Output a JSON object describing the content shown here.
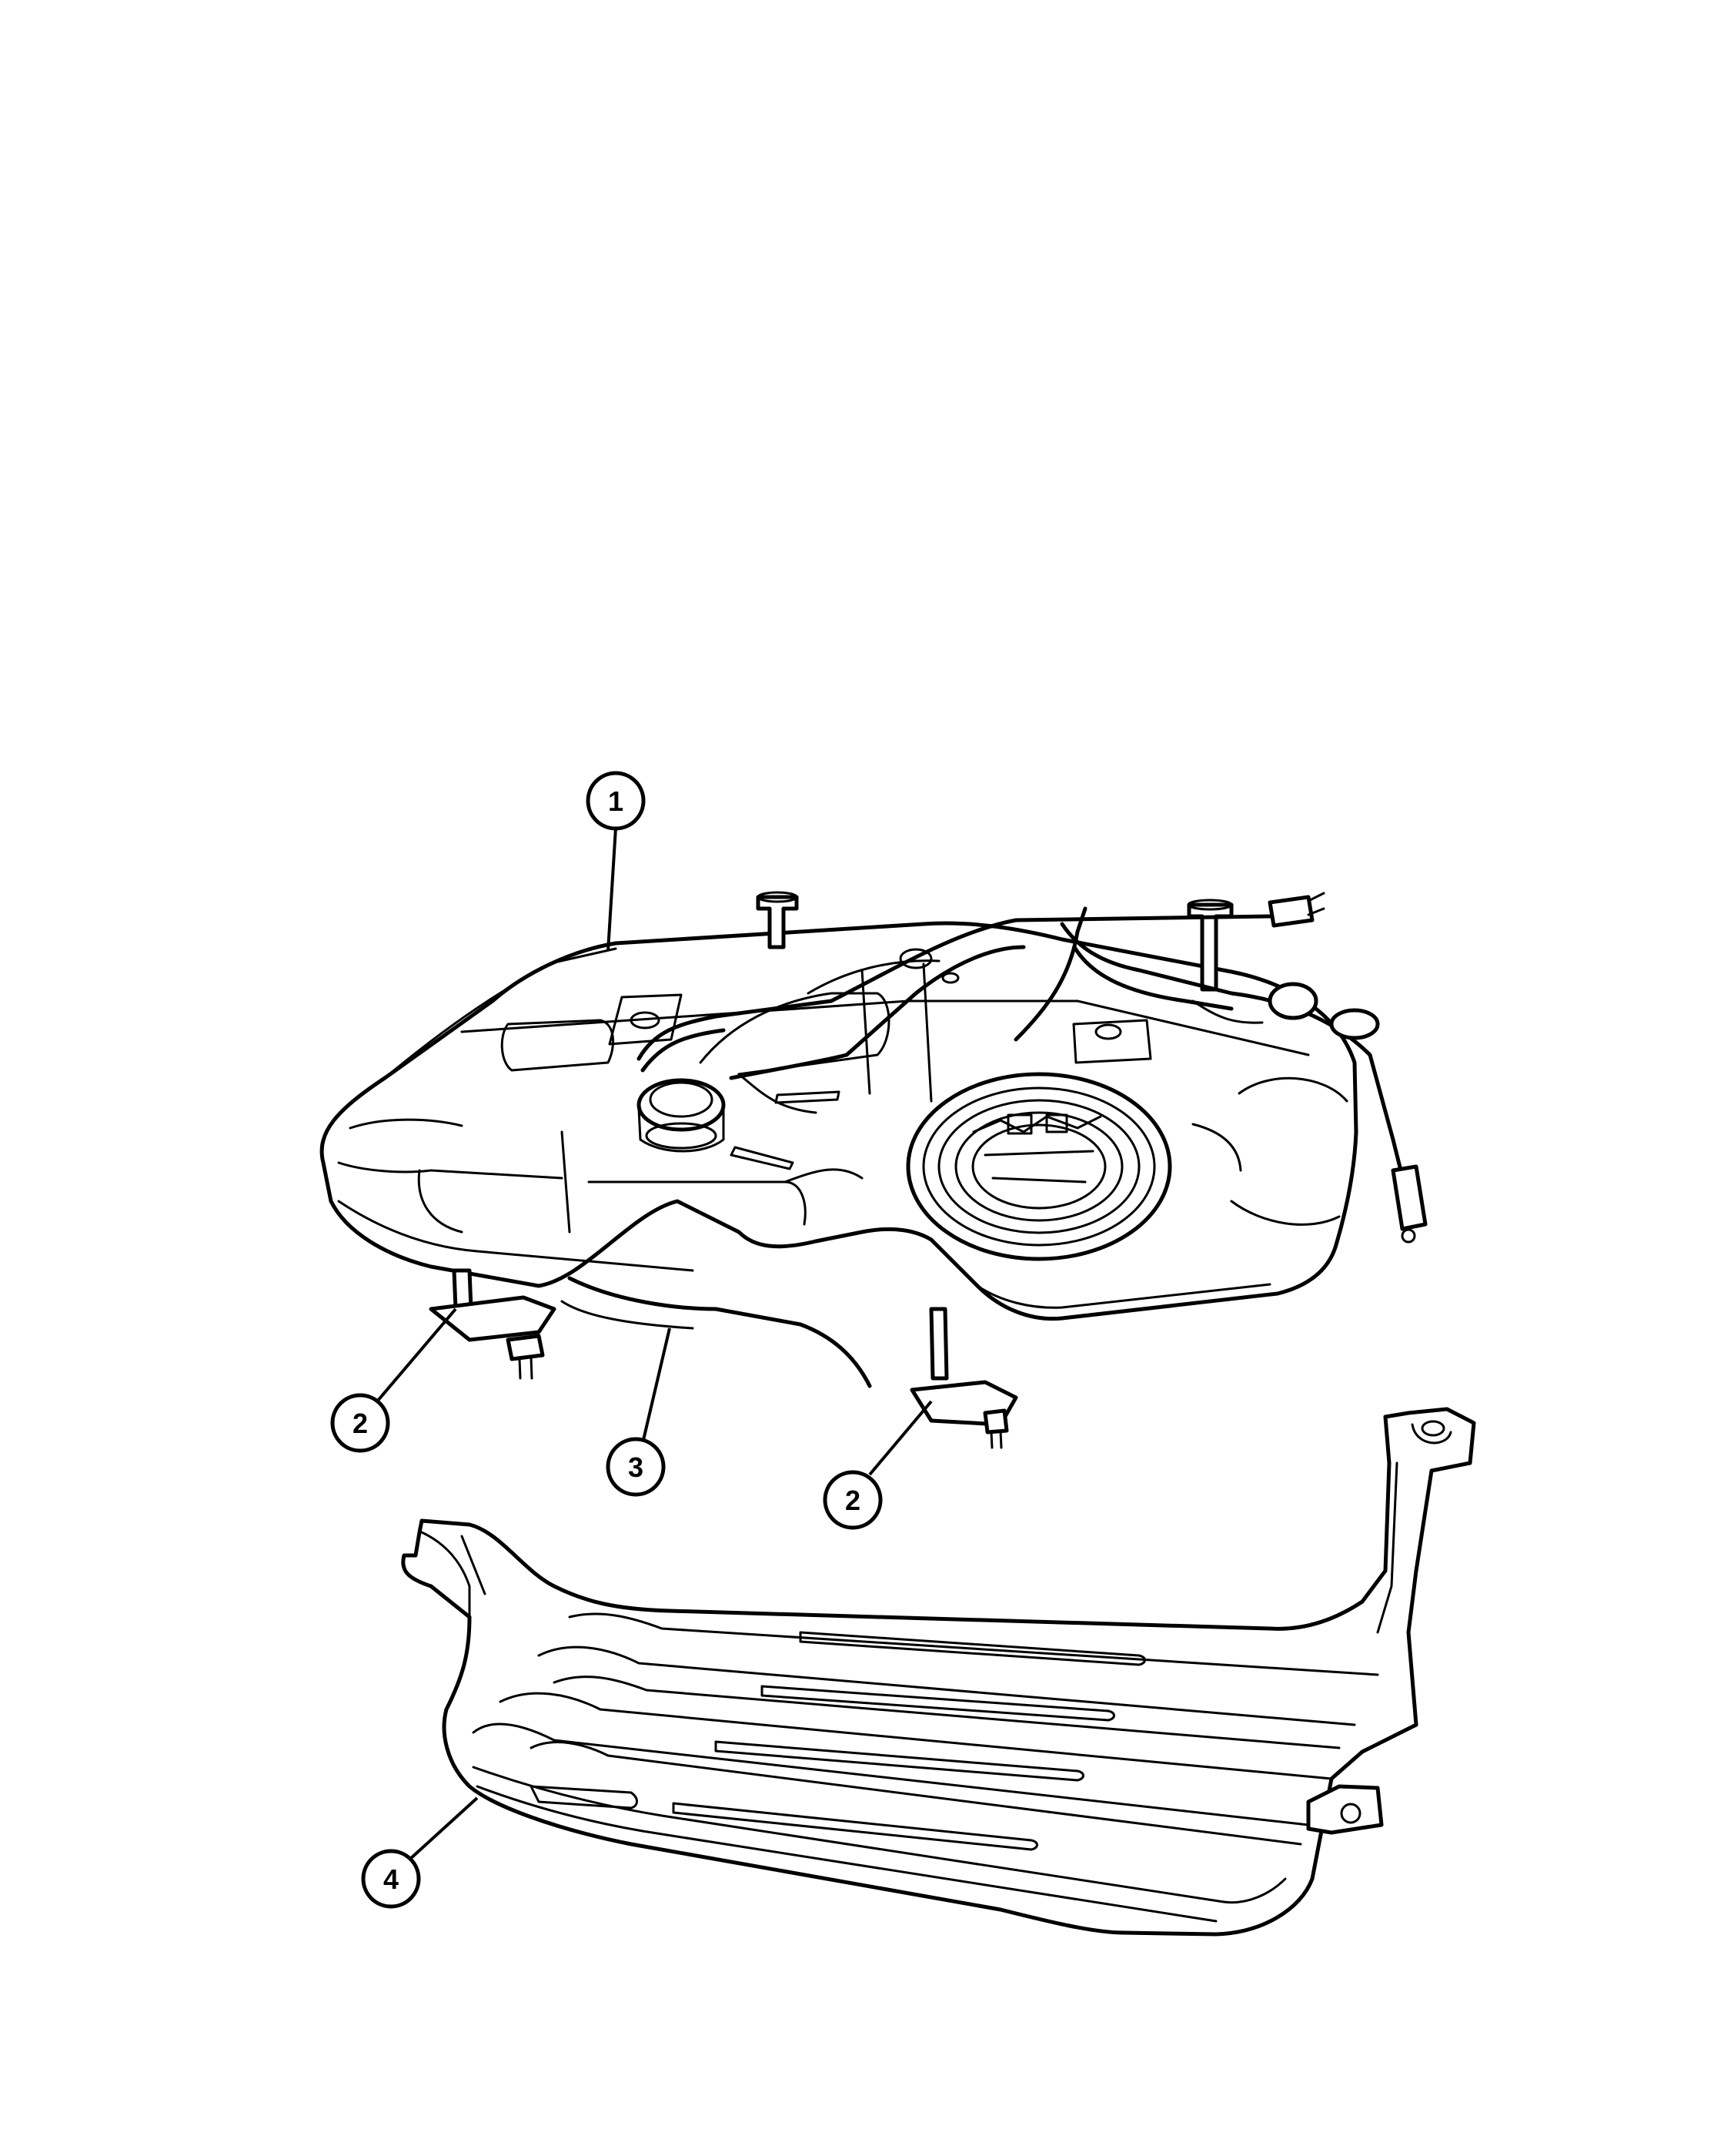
{
  "callouts": {
    "c1": "1",
    "c2a": "2",
    "c2b": "2",
    "c3": "3",
    "c4": "4"
  },
  "colors": {
    "line": "#000000",
    "background": "#ffffff"
  }
}
